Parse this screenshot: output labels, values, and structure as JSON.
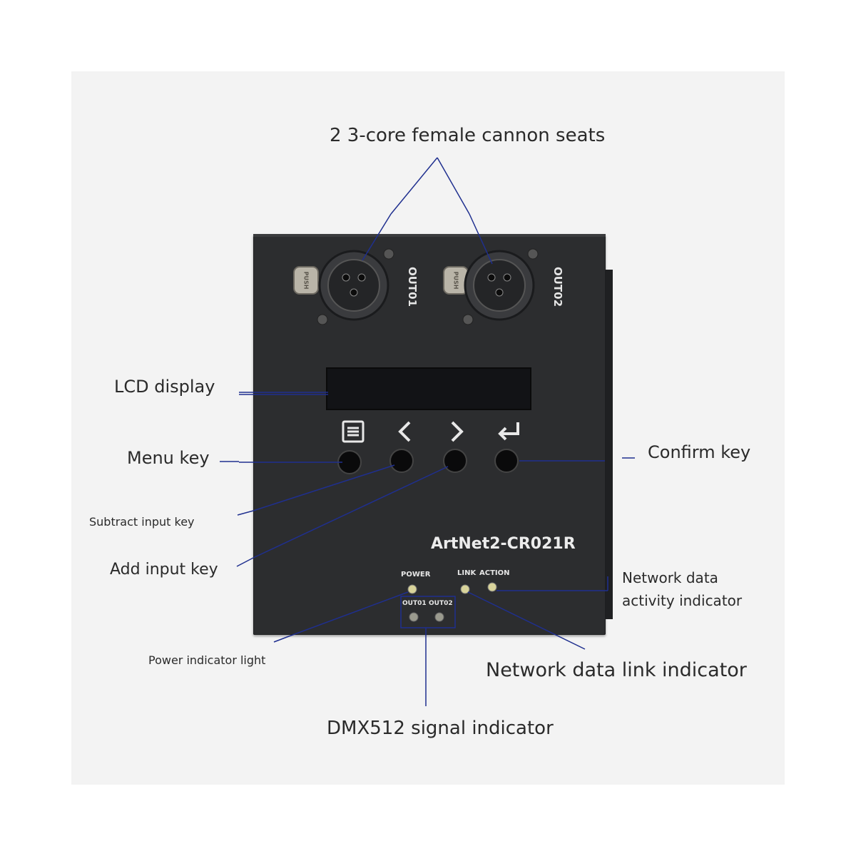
{
  "labels": {
    "cannon_seats": "2 3-core female cannon seats",
    "lcd_display": "LCD display",
    "menu_key": "Menu key",
    "confirm_key": "Confirm key",
    "subtract_key": "Subtract input key",
    "add_key": "Add input key",
    "network_activity_line1": "Network data",
    "network_activity_line2": "activity indicator",
    "power_indicator": "Power indicator light",
    "network_link": "Network data link indicator",
    "dmx_indicator": "DMX512 signal indicator"
  },
  "device": {
    "model": "ArtNet2-CR021R",
    "out1": "OUT01",
    "out2": "OUT02",
    "push_text": "PUSH",
    "power": "POWER",
    "link": "LINK",
    "action": "ACTION",
    "led_out1": "OUT01",
    "led_out2": "OUT02",
    "key_icons": [
      "menu-icon",
      "chevron-left-icon",
      "chevron-right-icon",
      "enter-icon"
    ]
  },
  "colors": {
    "leader_line": "#1f2f8f",
    "device_body": "#2c2d2f",
    "led": "#d8d39a"
  }
}
